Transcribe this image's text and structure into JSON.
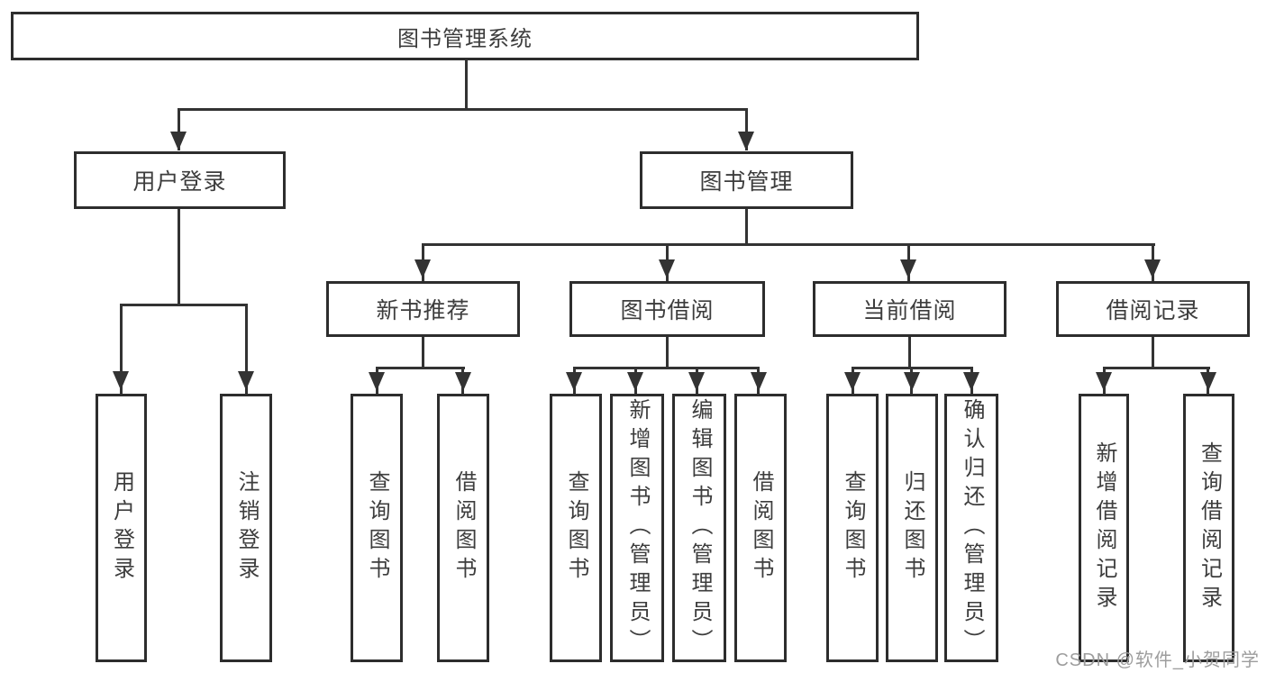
{
  "tree": {
    "root": {
      "label": "图书管理系统"
    },
    "branches": [
      {
        "label": "用户登录",
        "children": [
          {
            "label": "用户登录"
          },
          {
            "label": "注销登录"
          }
        ]
      },
      {
        "label": "图书管理",
        "children": [
          {
            "label": "新书推荐",
            "children": [
              {
                "label": "查询图书"
              },
              {
                "label": "借阅图书"
              }
            ]
          },
          {
            "label": "图书借阅",
            "children": [
              {
                "label": "查询图书"
              },
              {
                "label": "新增图书（管理员）"
              },
              {
                "label": "编辑图书（管理员）"
              },
              {
                "label": "借阅图书"
              }
            ]
          },
          {
            "label": "当前借阅",
            "children": [
              {
                "label": "查询图书"
              },
              {
                "label": "归还图书"
              },
              {
                "label": "确认归还（管理员）"
              }
            ]
          },
          {
            "label": "借阅记录",
            "children": [
              {
                "label": "新增借阅记录"
              },
              {
                "label": "查询借阅记录"
              }
            ]
          }
        ]
      }
    ]
  },
  "watermark": {
    "text": "CSDN @软件_小贺同学"
  },
  "colors": {
    "line": "#333333",
    "box_border": "#2d2d2d",
    "text": "#3d3d3d",
    "watermark": "#9d9d9d",
    "background": "#ffffff"
  }
}
